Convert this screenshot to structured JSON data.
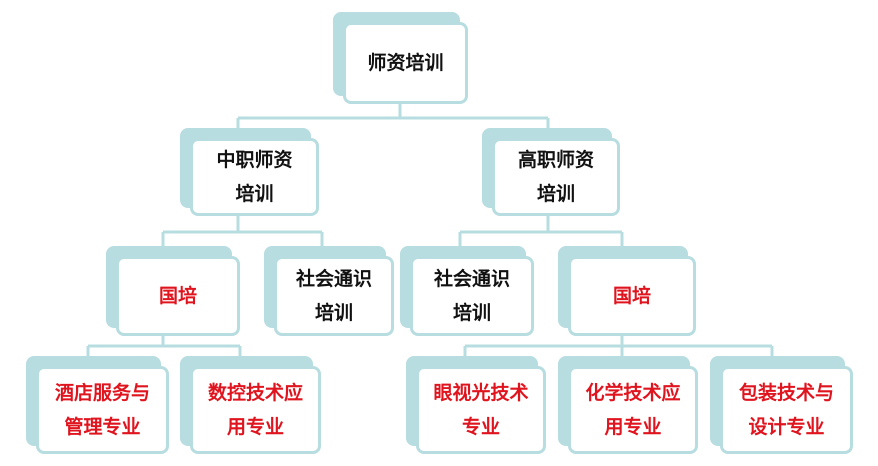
{
  "diagram": {
    "root": {
      "label": "师资培训"
    },
    "zhongzhi": {
      "label": "中职师资\n培训"
    },
    "gaozhi": {
      "label": "高职师资\n培训"
    },
    "zhongzhi_guopei": {
      "label": "国培"
    },
    "zhongzhi_shehui": {
      "label": "社会通识\n培训"
    },
    "gaozhi_shehui": {
      "label": "社会通识\n培训"
    },
    "gaozhi_guopei": {
      "label": "国培"
    },
    "hotel": {
      "label": "酒店服务与\n管理专业"
    },
    "cnc": {
      "label": "数控技术应\n用专业"
    },
    "optometry": {
      "label": "眼视光技术\n专业"
    },
    "chemistry": {
      "label": "化学技术应\n用专业"
    },
    "packaging": {
      "label": "包装技术与\n设计专业"
    }
  },
  "colors": {
    "line": "#b7dde1",
    "red_text": "#e0141e",
    "black_text": "#111111"
  }
}
